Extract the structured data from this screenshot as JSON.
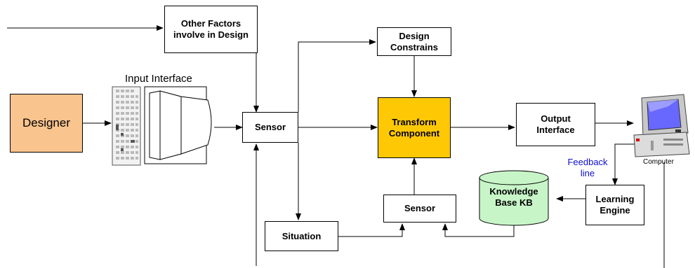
{
  "nodes": {
    "other_factors": "Other Factors\ninvolve in Design",
    "design_constrains": "Design\nConstrains",
    "input_interface": "Input Interface",
    "designer": "Designer",
    "sensor_main": "Sensor",
    "transform_component": "Transform\nComponent",
    "output_interface": "Output\nInterface",
    "computer": "Computer",
    "feedback_line": "Feedback\nline",
    "knowledge_base": "Knowledge\nBase KB",
    "learning_engine": "Learning\nEngine",
    "sensor_secondary": "Sensor",
    "situation": "Situation"
  },
  "colors": {
    "designer_fill": "#f9c48e",
    "transform_fill": "#ffc805",
    "kb_fill": "#c8f5c8",
    "feedback_text": "#1010d0"
  }
}
